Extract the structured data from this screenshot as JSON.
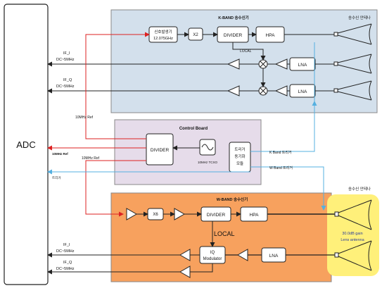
{
  "adc": {
    "label": "ADC"
  },
  "kband": {
    "title": "K-BAND 송수신기",
    "antenna_label": "송수신 안테나",
    "blocks": {
      "oscillator_line1": "신호발생기",
      "oscillator_line2": "12.075GHz",
      "multiplier": "X2",
      "divider": "DIVIDER",
      "hpa": "HPA",
      "lna_i": "LNA",
      "lna_q": "LNA",
      "local": "LOCAL"
    }
  },
  "control": {
    "title": "Control  Board",
    "divider": "DIVIDER",
    "tcxo": "10MHz TCXO",
    "trigger_line1": "트리거",
    "trigger_line2": "동기화",
    "trigger_line3": "모듈"
  },
  "wband": {
    "title": "W-BAND 송수신기",
    "antenna_label": "송수신 안테나",
    "lens_line1": "30.0dB gain",
    "lens_line2": "Lens antenna",
    "blocks": {
      "multiplier": "X6",
      "divider": "DIVIDER",
      "hpa": "HPA",
      "local": "LOCAL",
      "iq_line1": "IQ",
      "iq_line2": "Modulator",
      "lna": "LNA"
    }
  },
  "signals": {
    "k_if_i": "IF_I",
    "k_if_i_range": "DC~5MHz",
    "k_if_q": "IF_Q",
    "k_if_q_range": "DC~5MHz",
    "ref_top": "10MHz Ref",
    "ref_adc": "10MHz Ref",
    "ref_mid": "10MHz Ref",
    "trigger_adc": "트리거",
    "k_trigger": "K Band 트리거",
    "w_trigger": "W Band 트리거",
    "w_if_i": "IF_I",
    "w_if_i_range": "DC~5MHz",
    "w_if_q": "IF_Q",
    "w_if_q_range": "DC~5MHz"
  },
  "colors": {
    "kband_fill": "#d3e0ec",
    "control_fill": "#e6dcea",
    "wband_fill": "#f7a15e",
    "lens_highlight": "#fff07a",
    "ref_line": "#dd2222",
    "trigger_line": "#55b0e0"
  }
}
